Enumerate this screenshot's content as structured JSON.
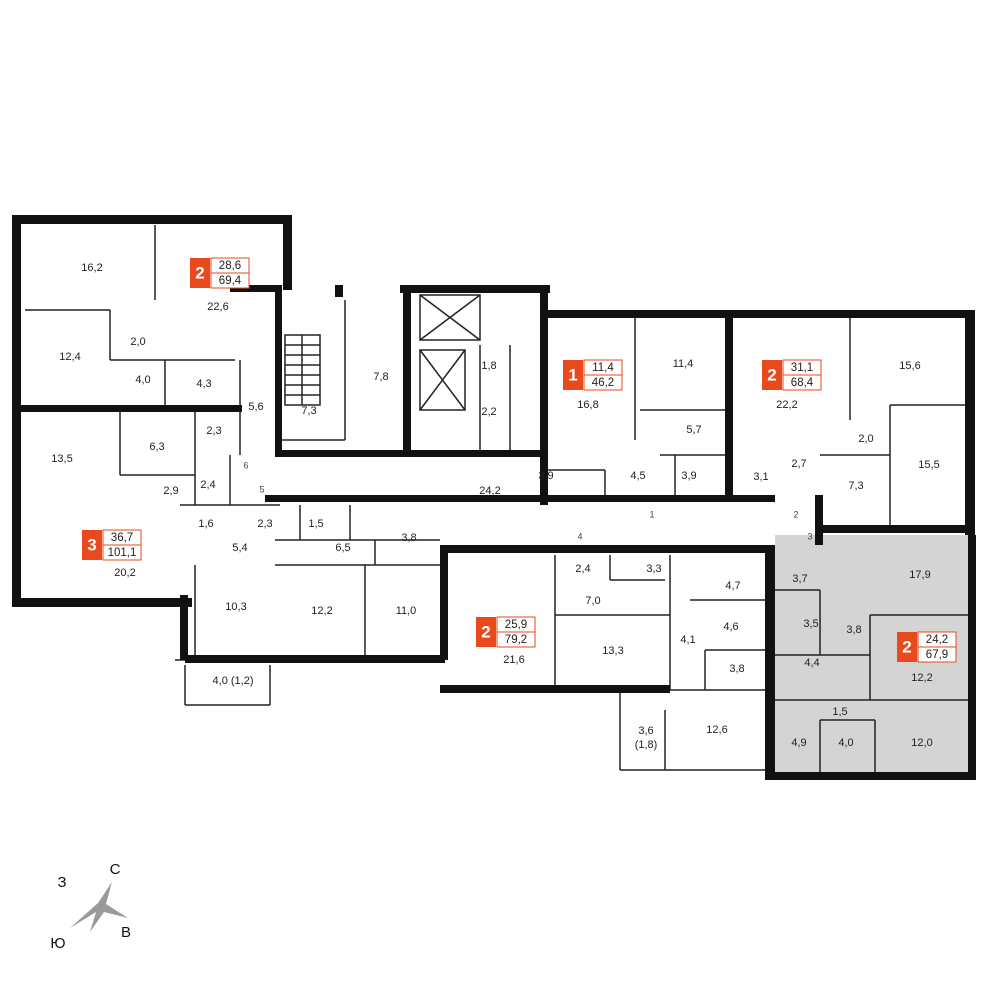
{
  "colors": {
    "accent": "#E8491D",
    "highlight_fill": "#D4D4D4",
    "wall": "#111111"
  },
  "apartments": [
    {
      "rooms": "2",
      "living_area": "28,6",
      "total_area": "69,4"
    },
    {
      "rooms": "1",
      "living_area": "11,4",
      "total_area": "46,2"
    },
    {
      "rooms": "2",
      "living_area": "31,1",
      "total_area": "68,4"
    },
    {
      "rooms": "3",
      "living_area": "36,7",
      "total_area": "101,1"
    },
    {
      "rooms": "2",
      "living_area": "25,9",
      "total_area": "79,2"
    },
    {
      "rooms": "2",
      "living_area": "24,2",
      "total_area": "67,9"
    }
  ],
  "rooms": [
    "16,2",
    "22,6",
    "12,4",
    "2,0",
    "4,0",
    "4,3",
    "5,6",
    "13,5",
    "6,3",
    "2,3",
    "2,9",
    "2,4",
    "1,6",
    "5,4",
    "20,2",
    "2,3",
    "1,5",
    "6,5",
    "3,8",
    "10,3",
    "12,2",
    "11,0",
    "4,0 (1,2)",
    "7,3",
    "7,8",
    "1,8",
    "2,2",
    "24,2",
    "16,8",
    "3,9",
    "11,4",
    "5,7",
    "4,5",
    "3,9",
    "22,2",
    "2,7",
    "3,1",
    "15,6",
    "2,0",
    "15,5",
    "7,3",
    "3,7",
    "17,9",
    "3,5",
    "3,8",
    "4,4",
    "12,2",
    "1,5",
    "4,9",
    "4,0",
    "12,0",
    "2,4",
    "3,3",
    "4,7",
    "7,0",
    "4,6",
    "4,1",
    "3,8",
    "21,6",
    "13,3",
    "12,6",
    "3,6\n(1,8)"
  ],
  "stair_marks": [
    "6",
    "5",
    "1",
    "2",
    "3",
    "4"
  ],
  "compass": {
    "west": "З",
    "north": "С",
    "east": "В",
    "south": "Ю"
  }
}
